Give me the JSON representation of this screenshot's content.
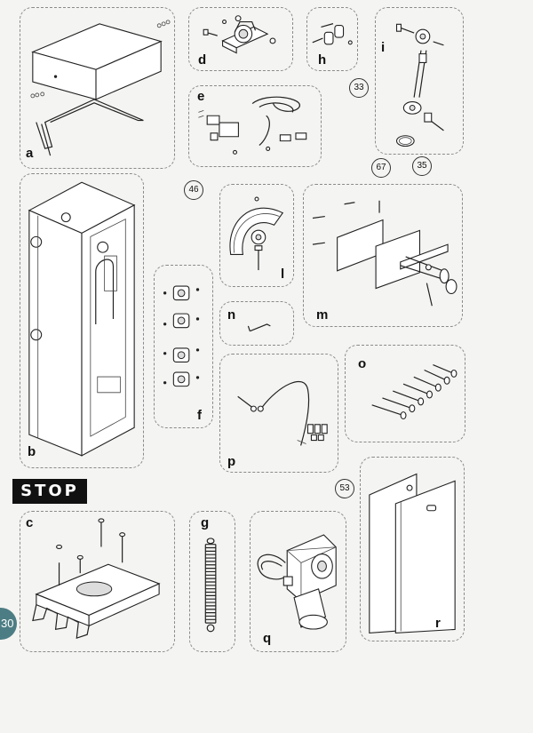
{
  "page_number": "30",
  "stop_label": "STOP",
  "panels": {
    "a": "a",
    "b": "b",
    "c": "c",
    "d": "d",
    "e": "e",
    "f": "f",
    "g": "g",
    "h": "h",
    "i": "i",
    "l": "l",
    "m": "m",
    "n": "n",
    "o": "o",
    "p": "p",
    "q": "q",
    "r": "r"
  },
  "callouts": {
    "c33": "33",
    "c35": "35",
    "c46": "46",
    "c53": "53",
    "c67": "67"
  }
}
